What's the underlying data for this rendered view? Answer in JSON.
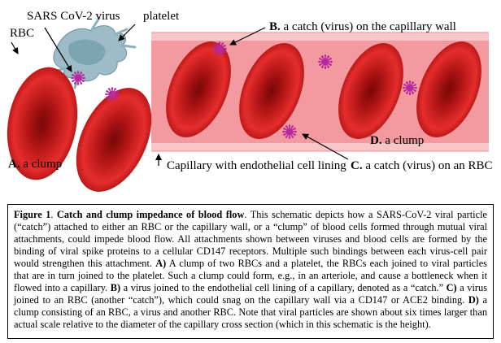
{
  "diagram": {
    "labels": {
      "rbc": "RBC",
      "virus": "SARS CoV-2 virus",
      "platelet": "platelet",
      "clump_a_letter": "A.",
      "clump_a_text": " a clump",
      "catch_b_letter": "B.",
      "catch_b_text": " a catch (virus) on the capillary wall",
      "clump_d_letter": "D.",
      "clump_d_text": " a clump",
      "capillary": "Capillary with endothelial cell lining",
      "catch_c_letter": "C.",
      "catch_c_text": " a catch (virus) on an RBC"
    },
    "colors": {
      "capillary_fill": "#f29aa0",
      "capillary_lining": "#f7c6c9",
      "rbc_dark": "#8e0a0a",
      "rbc_light": "#e22a2a",
      "virus": "#b52a9e",
      "platelet": "#8fb1bd"
    }
  },
  "caption": {
    "title": "Figure 1",
    "heading": "Catch and clump impedance of blood flow",
    "intro": ". This schematic depicts how a SARS-CoV-2 viral particle (“catch”) attached to either an RBC or the capillary wall, or a “clump” of blood cells formed through mutual viral attachments, could impede blood flow. All attachments shown between viruses and blood cells are formed by the binding of viral spike proteins to a cellular CD147 receptors. Multiple such bindings between each virus-cell pair would strengthen this attachment. ",
    "a_label": "A)",
    "a_text": " A clump of two RBCs and a platelet, the RBCs each joined to viral particles that are in turn joined to the platelet. Such a clump could form, e.g., in an arteriole, and cause a bottleneck when it flowed into a capillary. ",
    "b_label": "B)",
    "b_text": " a virus joined to the endothelial cell lining of a capillary, denoted as a “catch.” ",
    "c_label": "C)",
    "c_text": " a virus joined to an RBC (another “catch”), which could snag on the capillary wall via a CD147 or ACE2 binding. ",
    "d_label": "D)",
    "d_text": " a clump consisting of an RBC, a virus and another RBC. Note that viral particles are shown about six times larger than actual scale relative to the diameter of the capillary cross section (which in this schematic is the height)."
  }
}
